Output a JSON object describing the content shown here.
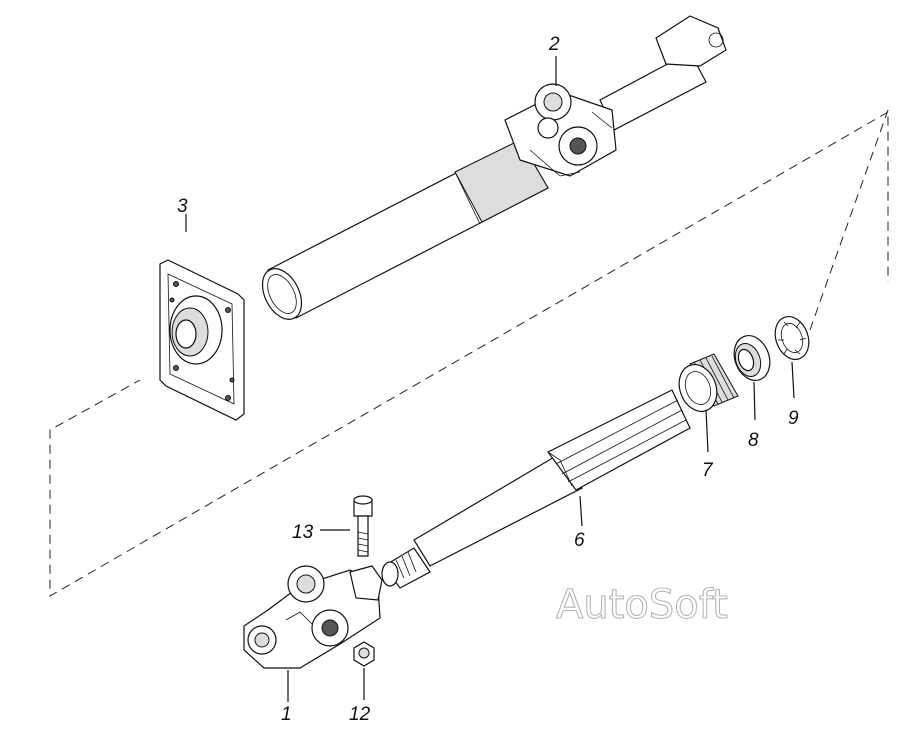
{
  "diagram": {
    "callouts": [
      {
        "id": "1",
        "text": "1"
      },
      {
        "id": "2",
        "text": "2"
      },
      {
        "id": "3",
        "text": "3"
      },
      {
        "id": "6",
        "text": "6"
      },
      {
        "id": "7",
        "text": "7"
      },
      {
        "id": "8",
        "text": "8"
      },
      {
        "id": "9",
        "text": "9"
      },
      {
        "id": "12",
        "text": "12"
      },
      {
        "id": "13",
        "text": "13"
      }
    ],
    "watermark": "AutoSoft"
  }
}
